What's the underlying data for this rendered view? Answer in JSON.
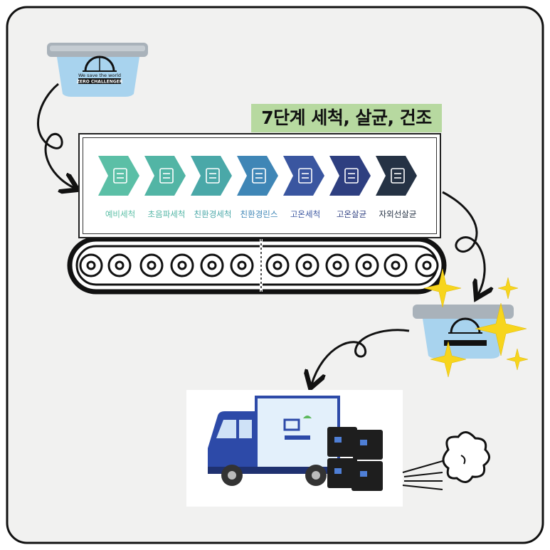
{
  "title": "7단계 세척, 살균, 건조",
  "steps": [
    {
      "label": "예비세척",
      "color": "#5bbfa6",
      "icon": "bottles-icon"
    },
    {
      "label": "초음파세척",
      "color": "#52b5a5",
      "icon": "ultrasonic-tank-icon"
    },
    {
      "label": "친환경세척",
      "color": "#4aa8a8",
      "icon": "eco-wash-icon"
    },
    {
      "label": "친환경린스",
      "color": "#3f86b6",
      "icon": "rinse-sprayer-icon"
    },
    {
      "label": "고온세척",
      "color": "#3a56a0",
      "icon": "hot-wash-icon"
    },
    {
      "label": "고온살균",
      "color": "#2e3f80",
      "icon": "sterilizer-icon"
    },
    {
      "label": "자외선살균",
      "color": "#253244",
      "icon": "uv-cabinet-icon"
    }
  ],
  "container_text": {
    "line1": "We save the world",
    "line2": "ZERO CHALLENGER"
  },
  "colors": {
    "background": "#f1f1f1",
    "frame": "#111111",
    "banner": "#b7d9a0",
    "sparkle": "#f7d51d",
    "truck_blue": "#2d4aa8"
  }
}
